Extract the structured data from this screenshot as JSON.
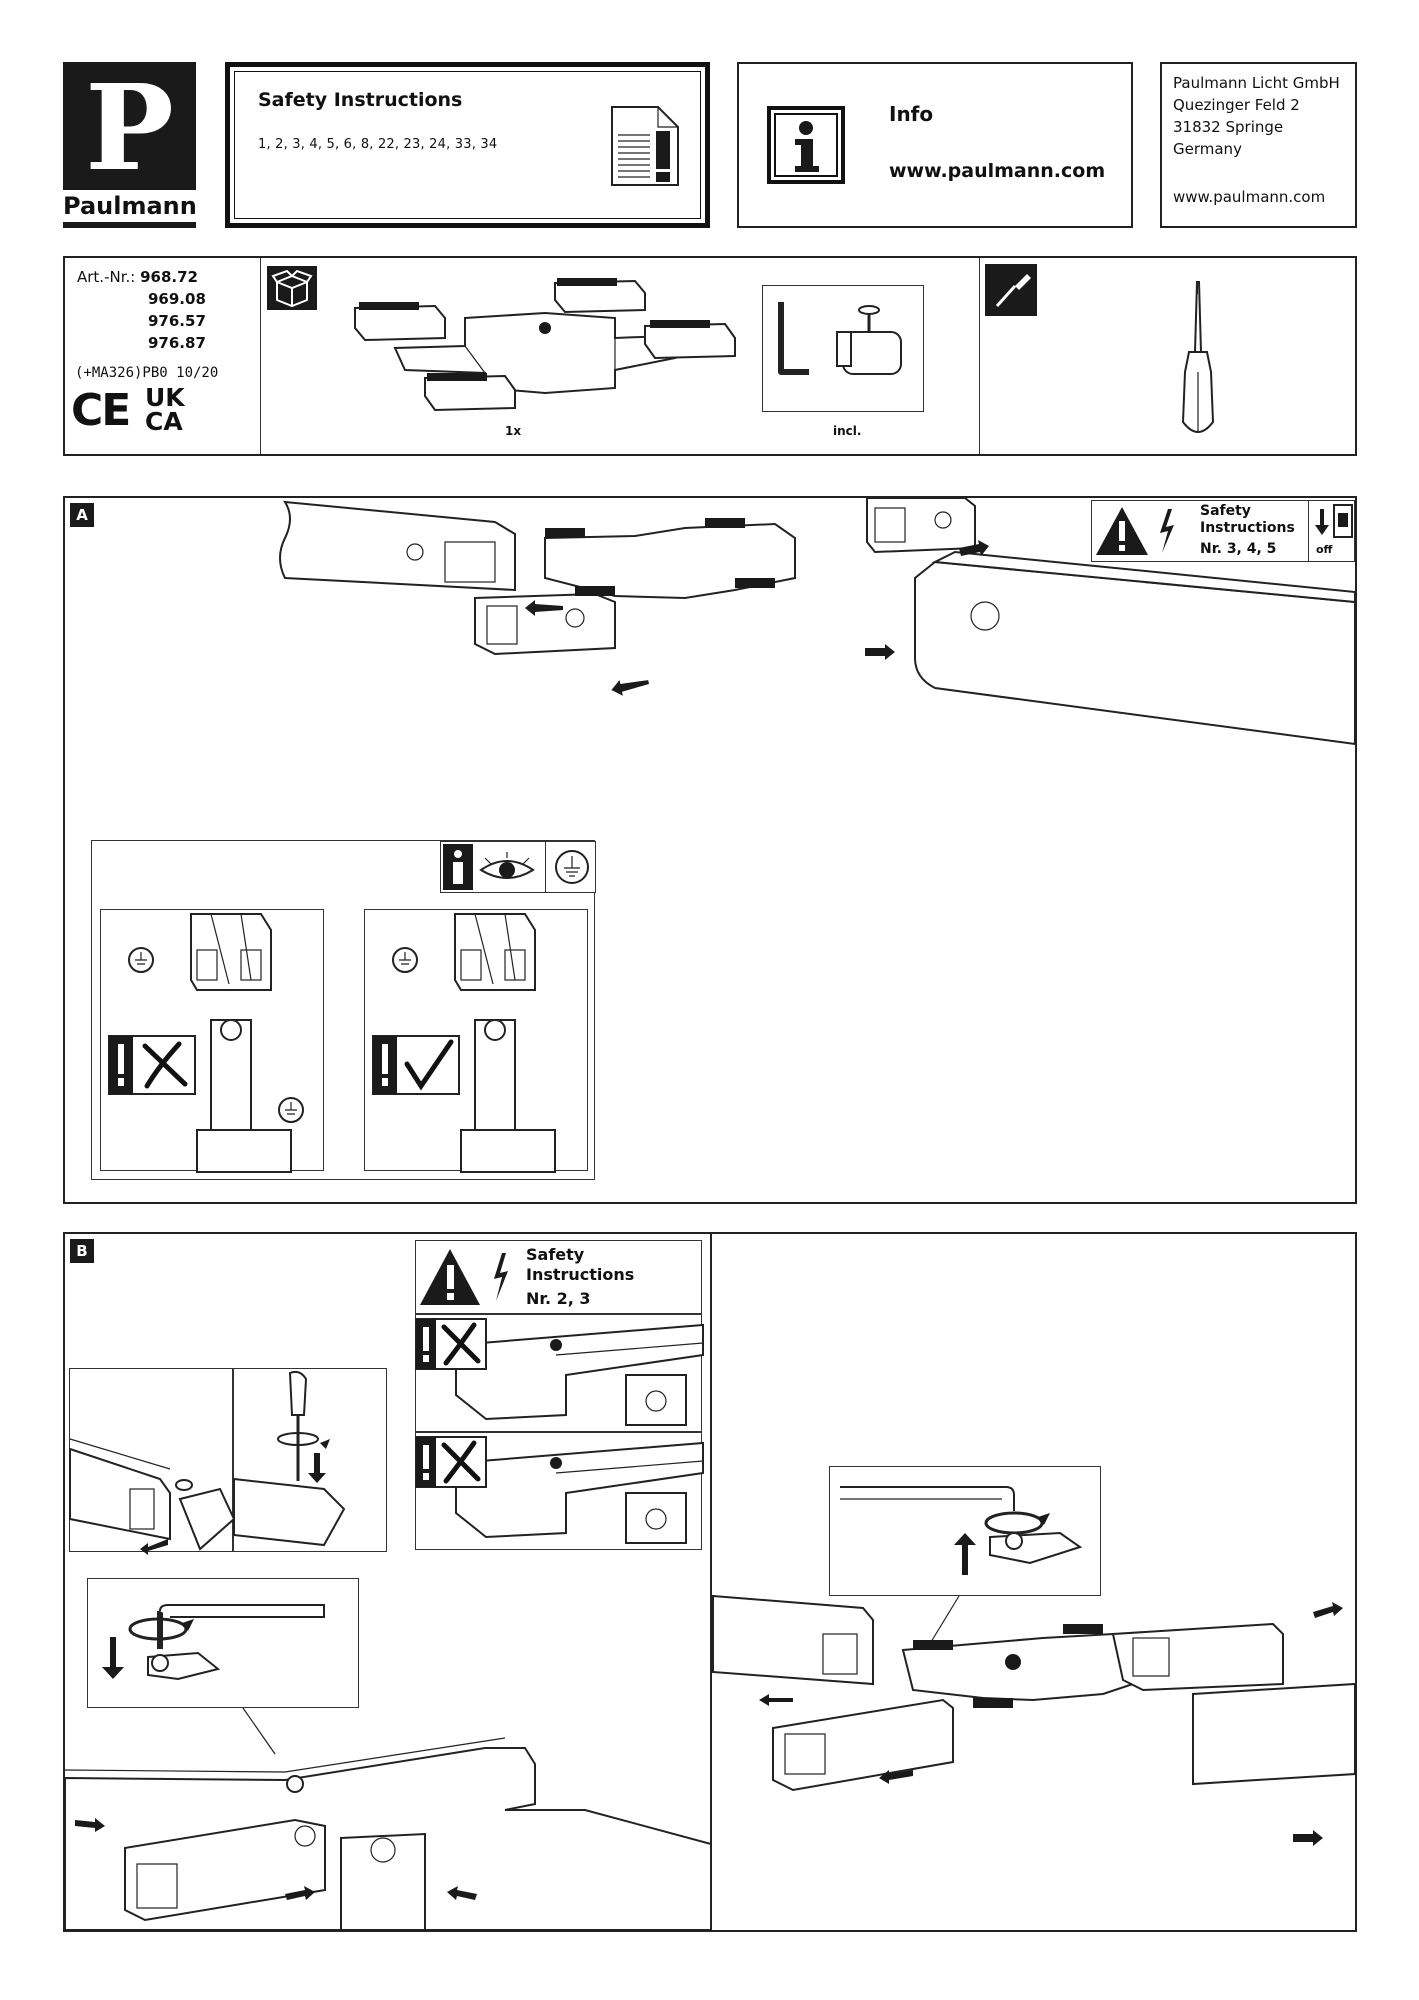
{
  "brand": {
    "name": "Paulmann",
    "letter": "P"
  },
  "safety_header": {
    "title": "Safety Instructions",
    "numbers": "1, 2, 3, 4, 5, 6, 8, 22, 23, 24, 33, 34"
  },
  "info": {
    "title": "Info",
    "url": "www.paulmann.com"
  },
  "address": {
    "line1": "Paulmann Licht GmbH",
    "line2": "Quezinger Feld 2",
    "line3": "31832 Springe",
    "line4": "Germany",
    "url": "www.paulmann.com"
  },
  "article": {
    "label": "Art.-Nr.:",
    "numbers": [
      "968.72",
      "969.08",
      "976.57",
      "976.87"
    ],
    "code": "(+MA326)PB0 10/20",
    "ce": "CE",
    "ukca_top": "UK",
    "ukca_bottom": "CA"
  },
  "contents": {
    "qty": "1x",
    "included": "incl."
  },
  "section_a": {
    "label": "A",
    "safety_title_1": "Safety",
    "safety_title_2": "Instructions",
    "safety_nr": "Nr. 3, 4, 5",
    "off": "off"
  },
  "section_b": {
    "label": "B",
    "safety_title_1": "Safety",
    "safety_title_2": "Instructions",
    "safety_nr": "Nr. 2, 3"
  }
}
